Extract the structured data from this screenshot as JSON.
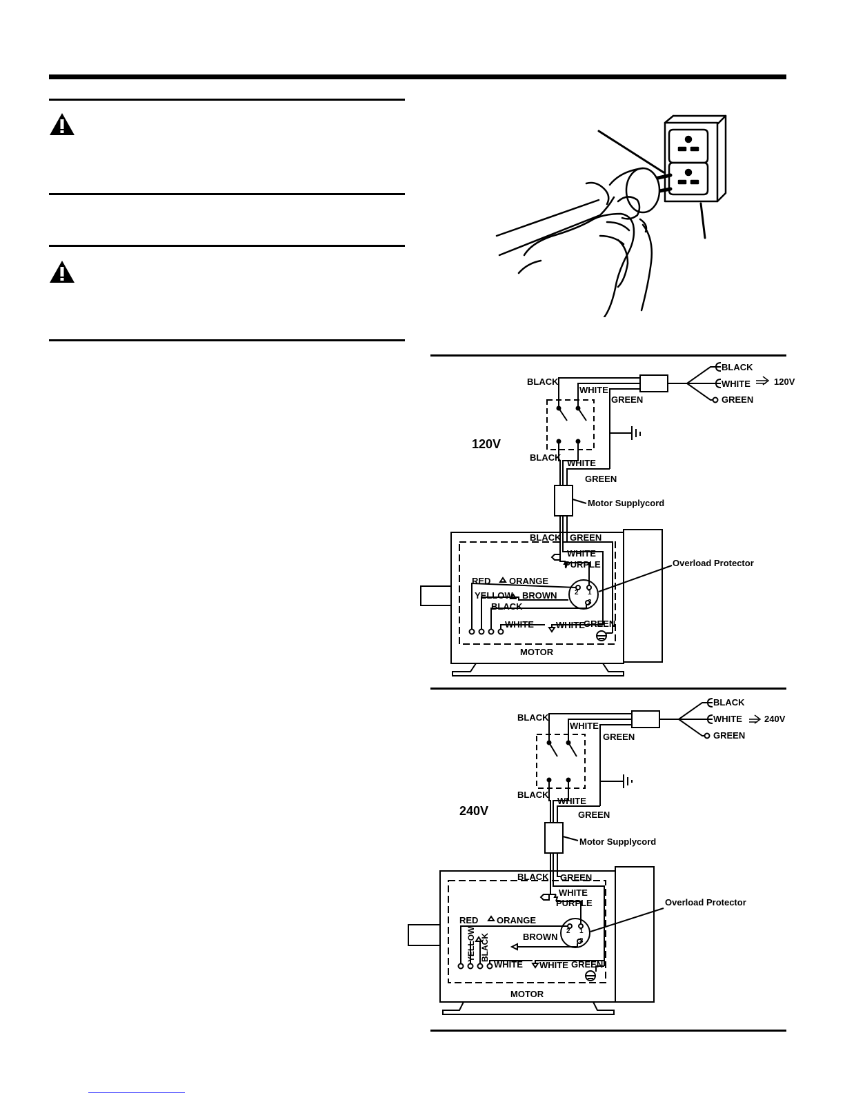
{
  "diagram_120": {
    "title": "120V",
    "supply": {
      "black": "BLACK",
      "white": "WHITE",
      "green": "GREEN",
      "voltage": "120V"
    },
    "switch_in": {
      "black": "BLACK",
      "white": "WHITE",
      "green": "GREEN"
    },
    "switch_out": {
      "black": "BLACK",
      "white": "WHITE",
      "green": "GREEN"
    },
    "supplycord": "Motor Supplycord",
    "motor_top": {
      "black": "BLACK",
      "green": "GREEN",
      "white": "WHITE",
      "purple": "PURPLE"
    },
    "overload": "Overload Protector",
    "internal": {
      "red": "RED",
      "orange": "ORANGE",
      "yellow": "YELLOW",
      "brown": "BROWN",
      "black": "BLACK",
      "white1": "WHITE",
      "white2": "WHITE",
      "green": "GREEN"
    },
    "terminals": {
      "t1": "1",
      "t2": "2",
      "t3": "3"
    },
    "motor": "MOTOR"
  },
  "diagram_240": {
    "title": "240V",
    "supply": {
      "black": "BLACK",
      "white": "WHITE",
      "green": "GREEN",
      "voltage": "240V"
    },
    "switch_in": {
      "black": "BLACK",
      "white": "WHITE",
      "green": "GREEN"
    },
    "switch_out": {
      "black": "BLACK",
      "white": "WHITE",
      "green": "GREEN"
    },
    "supplycord": "Motor Supplycord",
    "motor_top": {
      "black": "BLACK",
      "green": "GREEN",
      "white": "WHITE",
      "purple": "PURPLE"
    },
    "overload": "Overload Protector",
    "internal": {
      "red": "RED",
      "orange": "ORANGE",
      "yellow": "YELLOW",
      "brown": "BROWN",
      "black": "BLACK",
      "white1": "WHITE",
      "white2": "WHITE",
      "green": "GREEN"
    },
    "terminals": {
      "t1": "1",
      "t2": "2",
      "t3": "3"
    },
    "motor": "MOTOR"
  }
}
